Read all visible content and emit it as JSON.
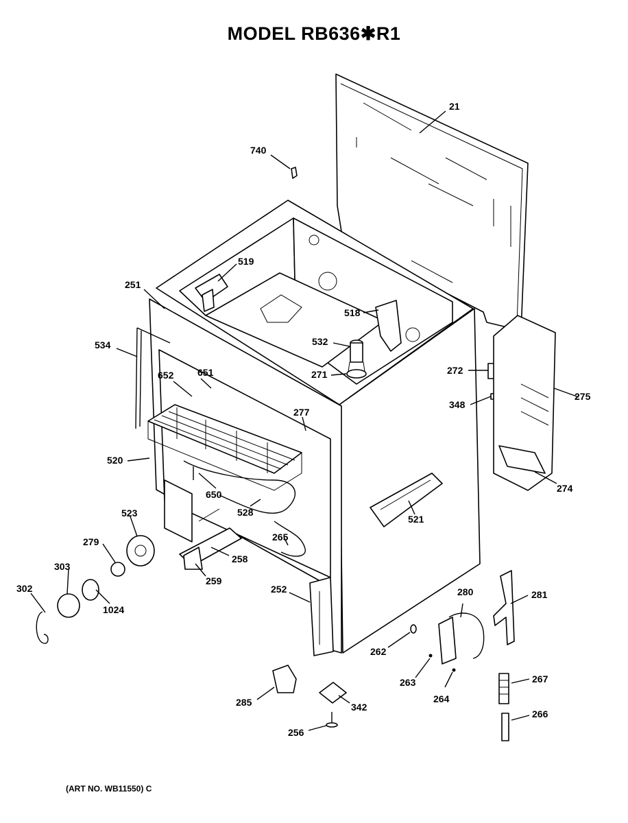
{
  "header": {
    "title": "MODEL RB636✱R1"
  },
  "footer": {
    "art_number": "(ART NO. WB11550) C"
  },
  "parts": {
    "p21": "21",
    "p740": "740",
    "p519": "519",
    "p251": "251",
    "p518": "518",
    "p534": "534",
    "p532": "532",
    "p271": "271",
    "p272": "272",
    "p652": "652",
    "p651": "651",
    "p348": "348",
    "p275": "275",
    "p277": "277",
    "p520": "520",
    "p274": "274",
    "p650": "650",
    "p528": "528",
    "p521": "521",
    "p523": "523",
    "p265": "265",
    "p279": "279",
    "p258": "258",
    "p303": "303",
    "p259": "259",
    "p302": "302",
    "p1024": "1024",
    "p252": "252",
    "p280": "280",
    "p281": "281",
    "p262": "262",
    "p267": "267",
    "p263": "263",
    "p264": "264",
    "p285": "285",
    "p342": "342",
    "p266": "266",
    "p256": "256"
  }
}
